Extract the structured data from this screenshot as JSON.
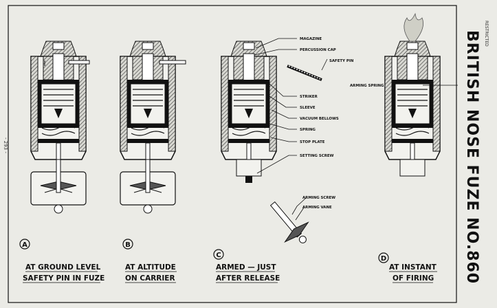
{
  "title": "BRITISH NOSE FUZE NO.860",
  "marking": "RESTRICTED",
  "page_number": "- 293 -",
  "part_labels": {
    "magazine": "MAGAZINE",
    "percussion_cap": "PERCUSSION CAP",
    "safety_pin": "SAFETY PIN",
    "arming_spring": "ARMING SPRING",
    "striker": "STRIKER",
    "sleeve": "SLEEVE",
    "vacuum_bellows": "VACUUM BELLOWS",
    "spring": "SPRING",
    "stop_plate": "STOP PLATE",
    "setting_screw": "SETTING SCREW",
    "arming_screw": "ARMING SCREW",
    "arming_vane": "ARMING VANE"
  },
  "panels": [
    {
      "letter": "A",
      "caption_line1": "AT GROUND LEVEL",
      "caption_line2": "SAFETY PIN IN FUZE"
    },
    {
      "letter": "B",
      "caption_line1": "AT ALTITUDE",
      "caption_line2": "ON CARRIER"
    },
    {
      "letter": "C",
      "caption_line1": "ARMED — JUST",
      "caption_line2": "AFTER RELEASE"
    },
    {
      "letter": "D",
      "caption_line1": "AT INSTANT",
      "caption_line2": "OF FIRING"
    }
  ]
}
